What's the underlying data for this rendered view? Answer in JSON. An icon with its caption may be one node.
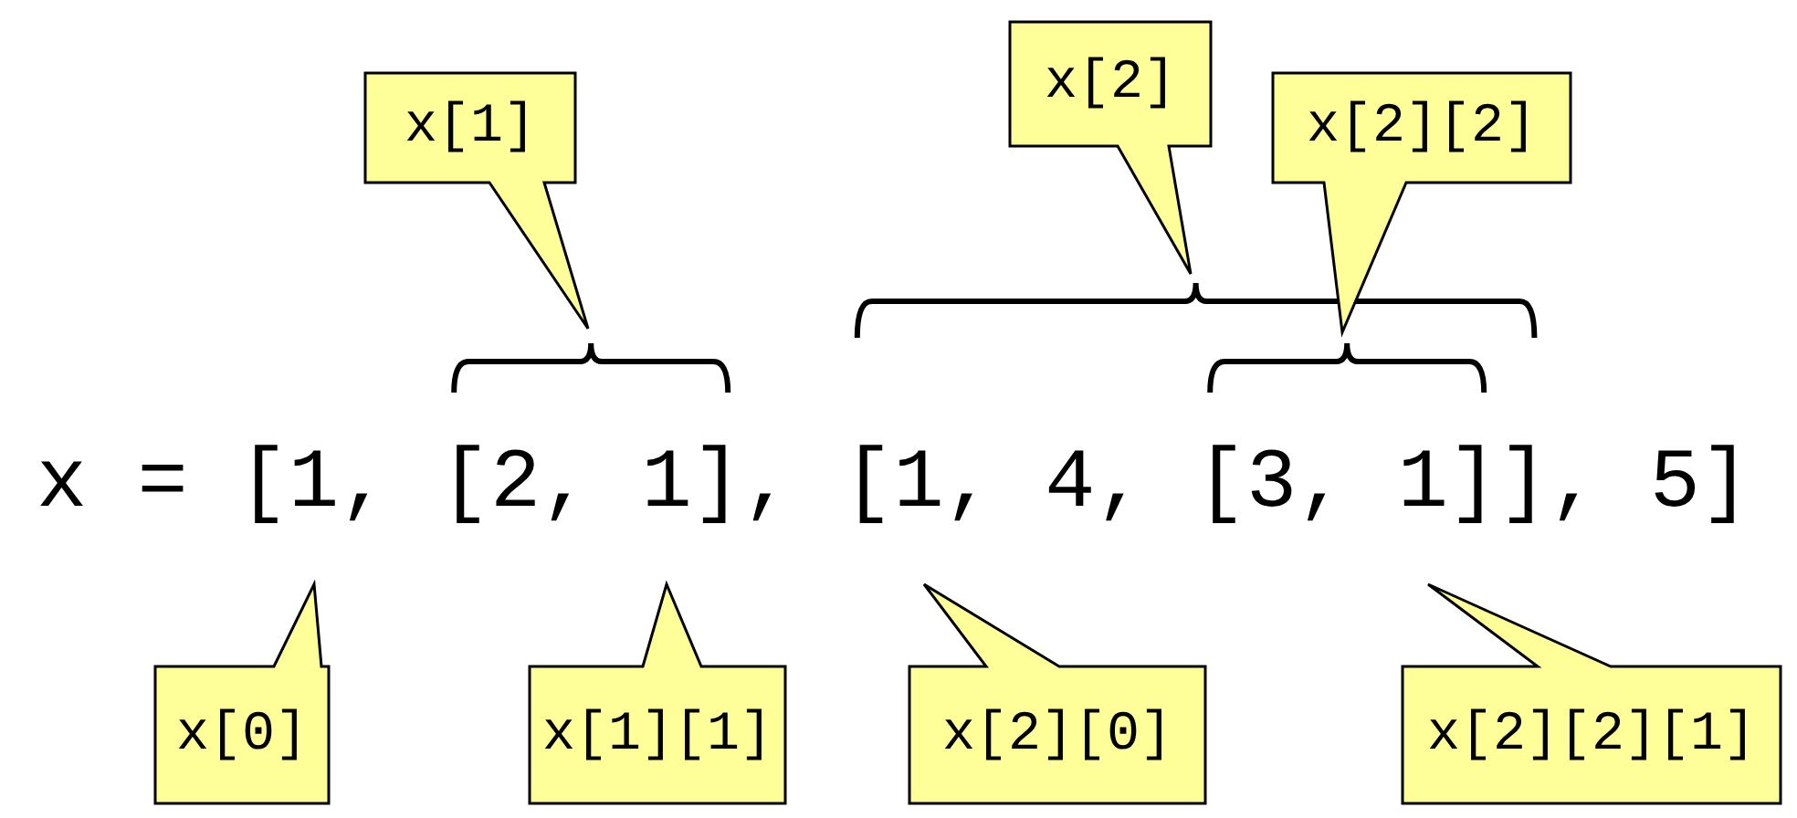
{
  "diagram": {
    "nodes": [
      {
        "text": [
          "x[1]"
        ]
      },
      {
        "text": [
          "x[2]"
        ]
      },
      {
        "text": [
          "x[2][2]"
        ]
      },
      {
        "text": [
          "x[0]"
        ]
      },
      {
        "text": [
          "x[1][1]"
        ]
      },
      {
        "text": [
          "x[2][0]"
        ]
      },
      {
        "text": [
          "x[2][2][1]"
        ]
      }
    ],
    "labels": [
      "x = [1, [2, 1], [1, 4, [3, 1]], 5]"
    ]
  }
}
